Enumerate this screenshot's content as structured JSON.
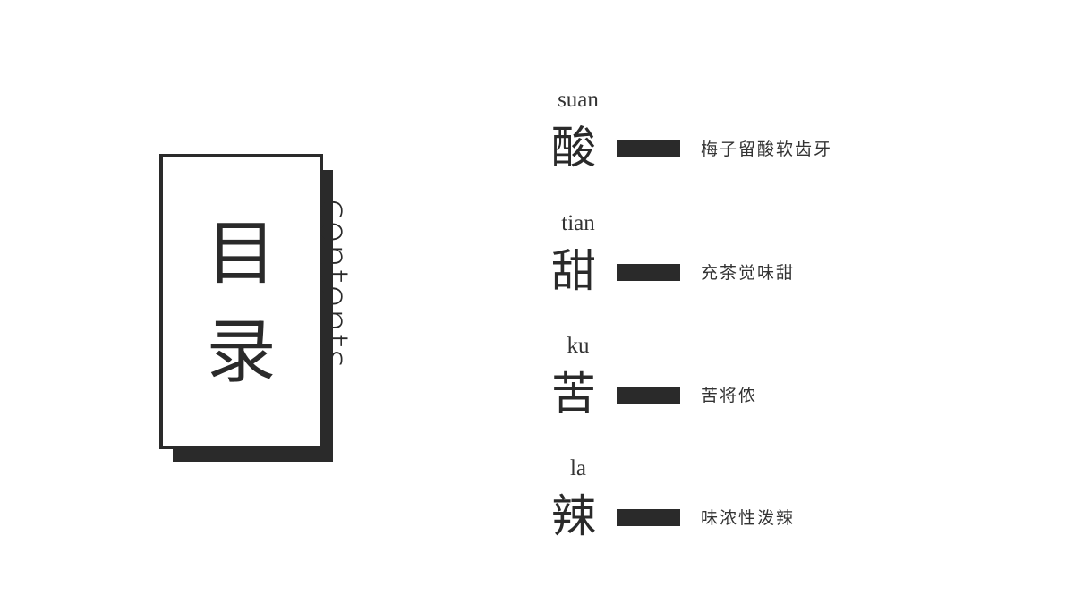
{
  "title": {
    "chars": [
      "目",
      "录"
    ],
    "subtitle": "contents"
  },
  "items": [
    {
      "pinyin": "suan",
      "hanzi": "酸",
      "desc": "梅子留酸软齿牙"
    },
    {
      "pinyin": "tian",
      "hanzi": "甜",
      "desc": "充茶觉味甜"
    },
    {
      "pinyin": "ku",
      "hanzi": "苦",
      "desc": "苦将侬"
    },
    {
      "pinyin": "la",
      "hanzi": "辣",
      "desc": "味浓性泼辣"
    }
  ],
  "colors": {
    "ink": "#2a2a2a",
    "background": "#ffffff"
  }
}
